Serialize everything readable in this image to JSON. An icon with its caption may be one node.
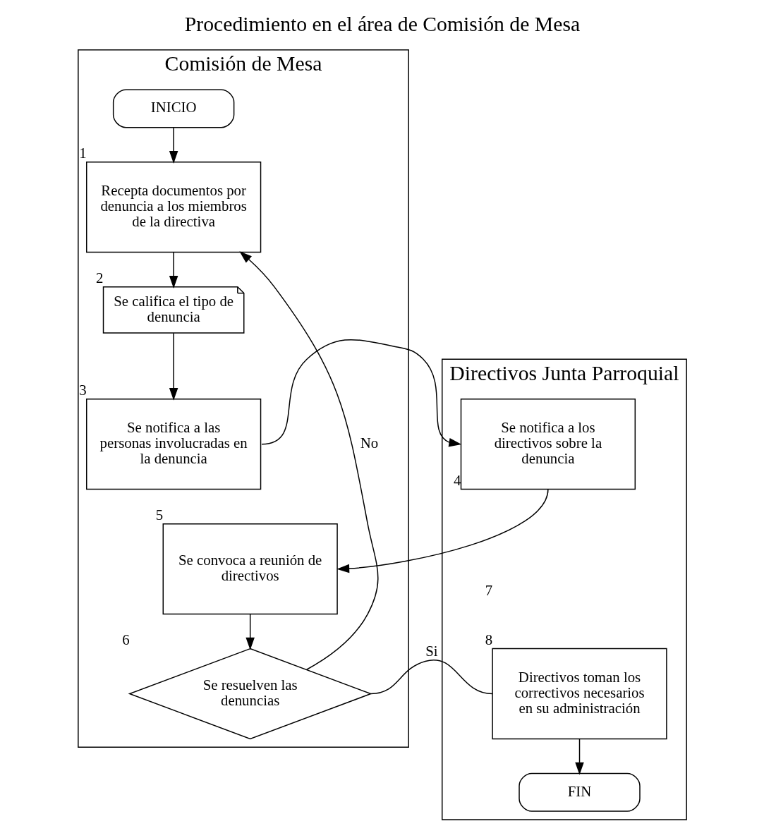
{
  "diagram": {
    "title": "Procedimiento en el área de Comisión de Mesa",
    "nodes": [
      {
        "text": [
          "Comisión de Mesa"
        ]
      },
      {
        "text": [
          "Directivos Junta Parroquial"
        ]
      },
      {
        "text": [
          "INICIO"
        ],
        "in": 0
      },
      {
        "text": [
          "Recepta documentos por denuncia a los miembros de la directiva"
        ],
        "in": 0,
        "beside": [
          "1"
        ]
      },
      {
        "text": [
          "Se califica el tipo de denuncia"
        ],
        "in": 0,
        "beside": [
          "2"
        ]
      },
      {
        "text": [
          "Se notifica a las personas involucradas en la denuncia"
        ],
        "in": 0,
        "beside": [
          "3"
        ]
      },
      {
        "text": [
          "Se notifica a los directivos sobre la denuncia"
        ],
        "in": 1,
        "beside": [
          "4"
        ]
      },
      {
        "text": [
          "Se convoca a reunión de directivos"
        ],
        "in": 0,
        "beside": [
          "5"
        ]
      },
      {
        "text": [
          "Se resuelven las denuncias"
        ],
        "in": 0,
        "beside": [
          "6"
        ]
      },
      {
        "text": [
          "Directivos toman los correctivos necesarios en su administración"
        ],
        "in": 1,
        "beside": [
          "7",
          "8"
        ]
      },
      {
        "text": [
          "FIN"
        ],
        "in": 1
      }
    ],
    "edges": [
      {
        "from": 2,
        "to": 3,
        "arrow": "to"
      },
      {
        "from": 3,
        "to": 4,
        "arrow": "to"
      },
      {
        "from": 4,
        "to": 5,
        "arrow": "to"
      },
      {
        "from": 5,
        "to": 6,
        "arrow": "to"
      },
      {
        "from": 6,
        "to": 7,
        "arrow": "to"
      },
      {
        "from": 7,
        "to": 8,
        "arrow": "to"
      },
      {
        "from": 8,
        "to": 9,
        "label": "Si",
        "arrow": "none"
      },
      {
        "from": 8,
        "to": 3,
        "label": "No",
        "arrow": "to"
      },
      {
        "from": 9,
        "to": 10,
        "arrow": "to"
      }
    ]
  }
}
